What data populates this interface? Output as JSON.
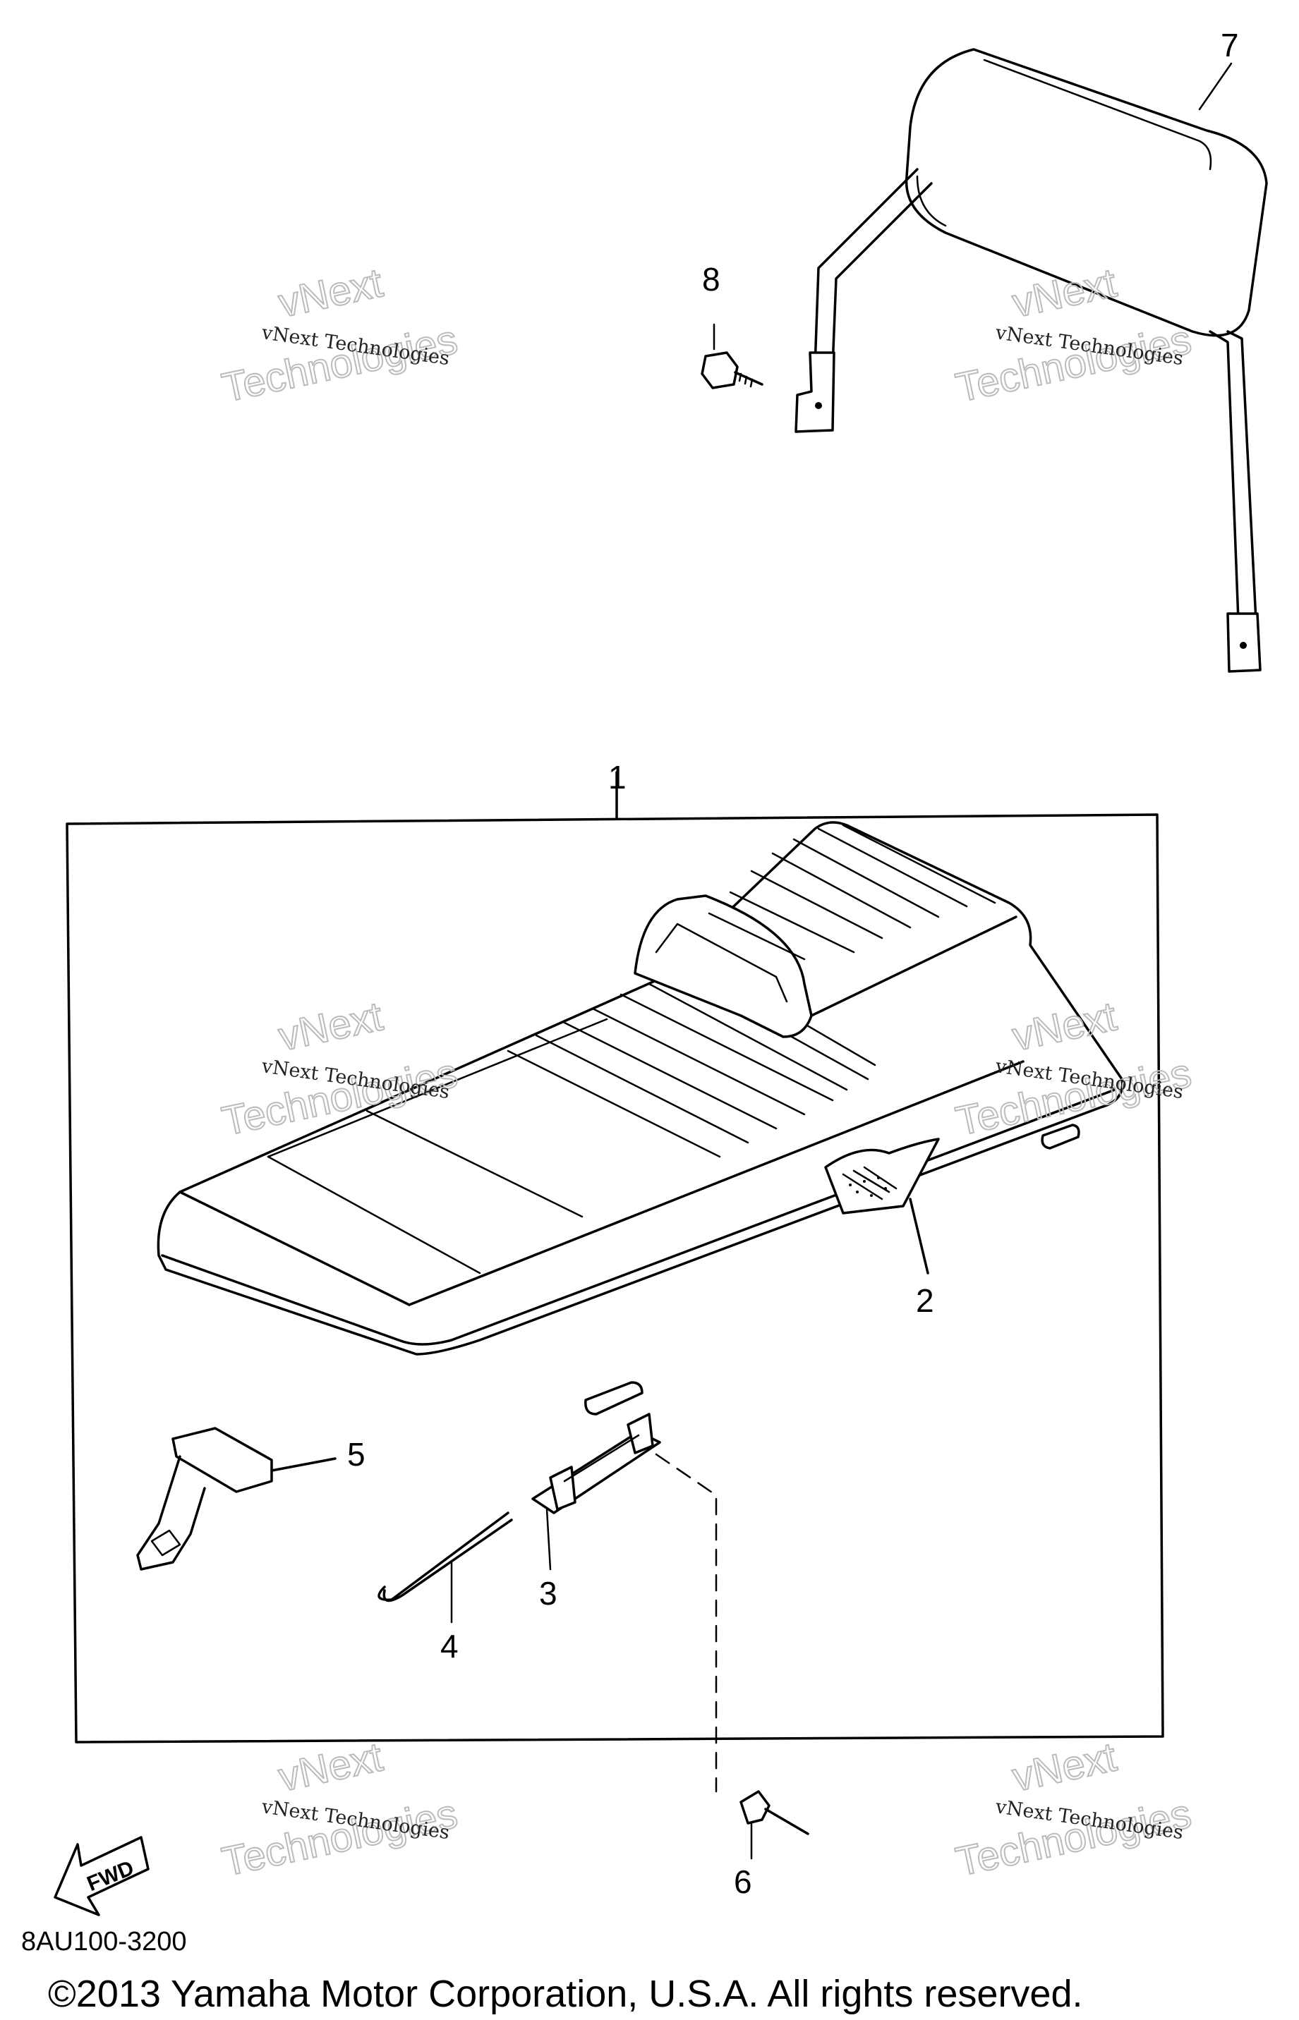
{
  "callouts": {
    "c1": "1",
    "c2": "2",
    "c3": "3",
    "c4": "4",
    "c5": "5",
    "c6": "6",
    "c7": "7",
    "c8": "8"
  },
  "watermark": {
    "text": "vNext Technologies",
    "big_line1": "vNext",
    "big_line2": "Technologies"
  },
  "fwd_label": "FWD",
  "diagram_code": "8AU100-3200",
  "copyright": "©2013 Yamaha Motor Corporation, U.S.A. All rights reserved."
}
